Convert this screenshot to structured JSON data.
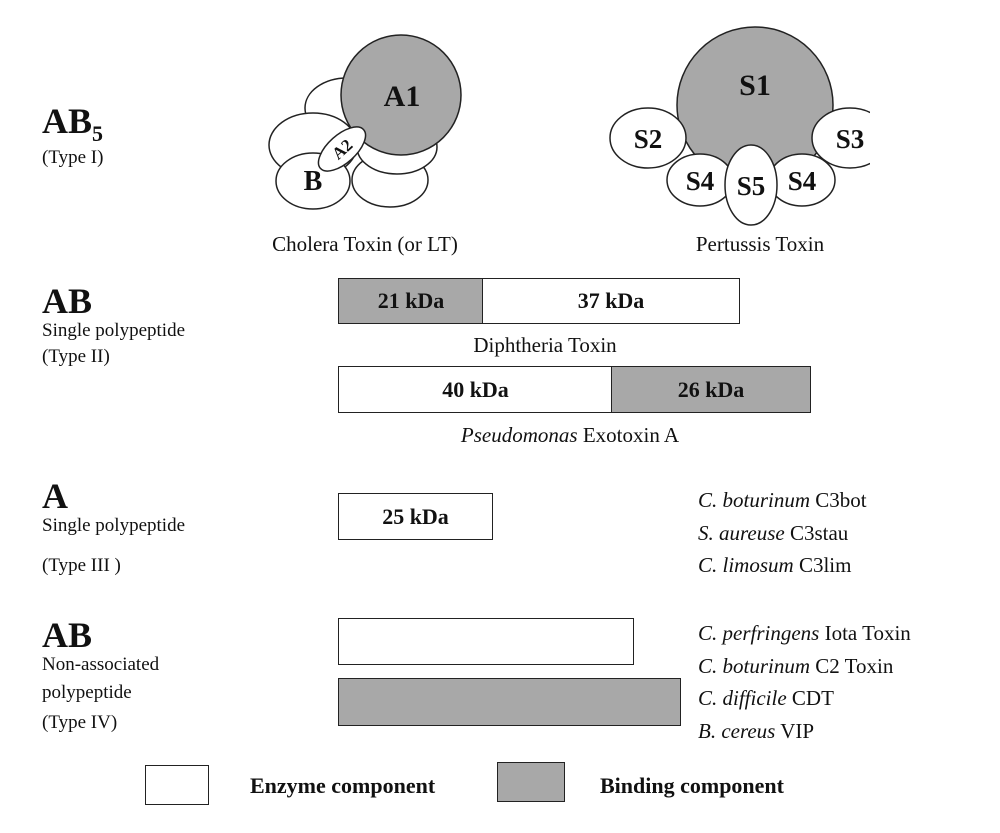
{
  "colors": {
    "enzyme": "#ffffff",
    "binding": "#a8a8a8",
    "stroke": "#222222"
  },
  "rows": {
    "ab5": {
      "title": "AB",
      "title_sub": "5",
      "type": "(Type I)",
      "cholera": {
        "a1": "A1",
        "a2": "A2",
        "b": "B",
        "caption": "Cholera Toxin (or LT)"
      },
      "pertussis": {
        "s1": "S1",
        "s2": "S2",
        "s3": "S3",
        "s4": "S4",
        "s5": "S5",
        "caption": "Pertussis Toxin"
      }
    },
    "ab_single": {
      "title": "AB",
      "desc": "Single polypeptide",
      "type": "(Type II)",
      "diphtheria": {
        "seg1": "21 kDa",
        "seg2": "37 kDa",
        "caption": "Diphtheria Toxin"
      },
      "pseudomonas": {
        "seg1": "40 kDa",
        "seg2": "26 kDa",
        "caption_italic": "Pseudomonas",
        "caption_rest": " Exotoxin A"
      }
    },
    "a_single": {
      "title": "A",
      "desc": "Single polypeptide",
      "type": "(Type III )",
      "bar": "25 kDa",
      "species": [
        {
          "genus": "C. boturinum",
          "name": " C3bot"
        },
        {
          "genus": "S. aureuse",
          "name": " C3stau"
        },
        {
          "genus": "C. limosum",
          "name": " C3lim"
        }
      ]
    },
    "ab_nonassoc": {
      "title": "AB",
      "desc1": "Non-associated",
      "desc2": "polypeptide",
      "type": "(Type IV)",
      "species": [
        {
          "genus": "C. perfringens",
          "name": " Iota Toxin"
        },
        {
          "genus": "C. boturinum",
          "name": " C2 Toxin"
        },
        {
          "genus": "C. difficile",
          "name": " CDT"
        },
        {
          "genus": "B. cereus",
          "name": " VIP"
        }
      ]
    }
  },
  "legend": {
    "enzyme_label": "Enzyme component",
    "binding_label": "Binding component"
  }
}
